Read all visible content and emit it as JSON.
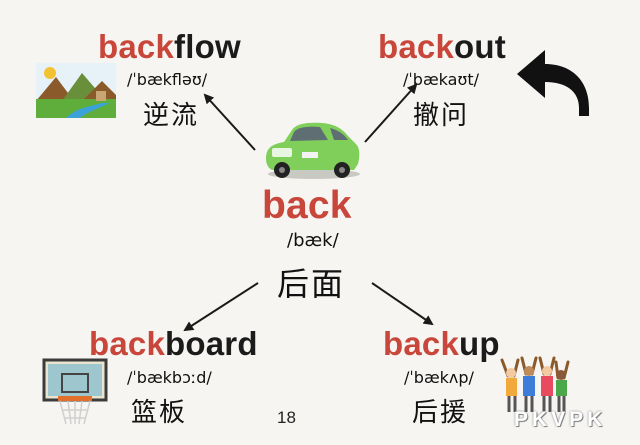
{
  "center": {
    "prefix": "back",
    "suffix": "",
    "ipa": "/bæk/",
    "meaning": "后面"
  },
  "words": [
    {
      "id": "backflow",
      "prefix": "back",
      "suffix": "flow",
      "ipa": "/ˈbækfləʊ/",
      "meaning": "逆流"
    },
    {
      "id": "backout",
      "prefix": "back",
      "suffix": "out",
      "ipa": "/ˈbækaʊt/",
      "meaning": "撤问"
    },
    {
      "id": "backboard",
      "prefix": "back",
      "suffix": "board",
      "ipa": "/ˈbækbɔːd/",
      "meaning": "篮板"
    },
    {
      "id": "backup",
      "prefix": "back",
      "suffix": "up",
      "ipa": "/ˈbækʌp/",
      "meaning": "后援"
    }
  ],
  "page_number": "18",
  "watermark": "PKVPK",
  "colors": {
    "prefix": "#c8463a",
    "text": "#1b1b1b",
    "car": "#7fcf5a",
    "arrow": "#1a1a1a"
  },
  "icons": [
    "landscape-icon",
    "back-arrow-icon",
    "car-icon",
    "basketball-hoop-icon",
    "cheering-people-icon"
  ]
}
